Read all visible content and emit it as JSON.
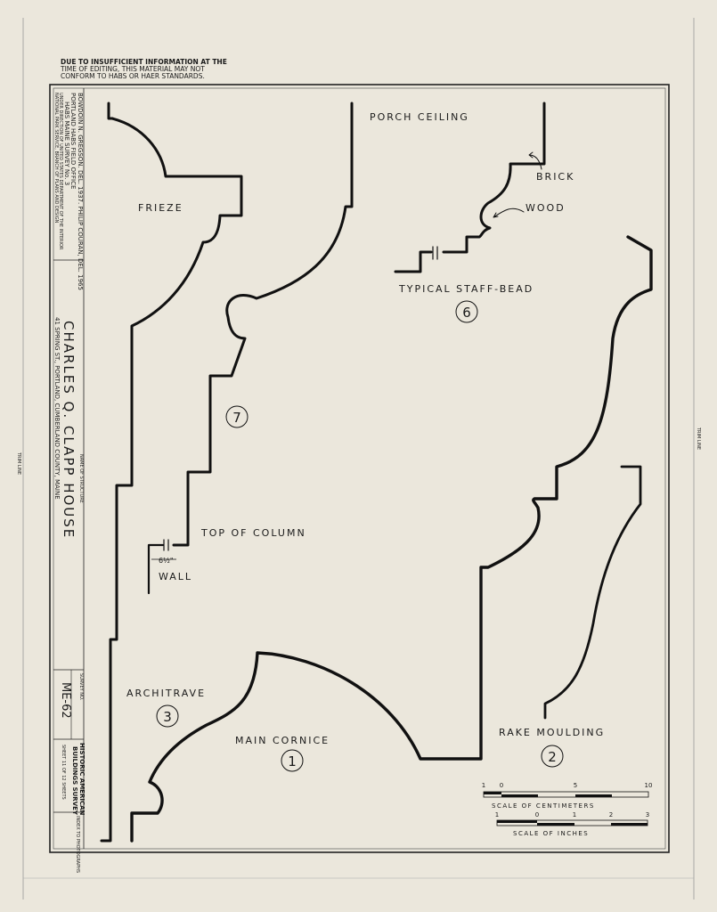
{
  "notice": {
    "line1": "DUE TO INSUFFICIENT INFORMATION AT THE",
    "line2": "TIME OF EDITING, THIS MATERIAL MAY NOT",
    "line3": "CONFORM TO HABS OR HAER STANDARDS."
  },
  "trim_marks": {
    "left": "TRIM LINE",
    "right": "TRIM LINE"
  },
  "title_block": {
    "delineators": "BOWDOIN N. GREGSON. DEL. 1937. PHILIP COURAN, DEL. 1965",
    "office": "PORTLAND HABS FIELD OFFICE",
    "survey": "HABS MAINE SURVEY  No. 3",
    "agency_line1": "UNDER DIRECTION OF UNITED STATES DEPARTMENT OF THE INTERIOR",
    "agency_line2": "NATIONAL PARK SERVICE, BRANCH OF PLANS AND DESIGN",
    "name_of_structure_label": "NAME OF STRUCTURE",
    "building_name": "CHARLES Q. CLAPP HOUSE",
    "address": "41 SPRING ST., PORTLAND, CUMBERLAND COUNTY, MAINE",
    "survey_no_label": "SURVEY NO.",
    "survey_no": "ME-62",
    "program_line1": "HISTORIC AMERICAN",
    "program_line2": "BUILDINGS SURVEY",
    "sheet": "SHEET 11 OF 12 SHEETS",
    "index": "INDEX TO PHOTOGRAPHS"
  },
  "labels": {
    "porch_ceiling": "PORCH CEILING",
    "frieze": "FRIEZE",
    "brick": "BRICK",
    "wood": "WOOD",
    "typical_staff_bead": "TYPICAL STAFF-BEAD",
    "top_of_column": "TOP OF COLUMN",
    "wall": "WALL",
    "wall_dim": "6½\"",
    "architrave": "ARCHITRAVE",
    "main_cornice": "MAIN CORNICE",
    "rake_moulding": "RAKE MOULDING"
  },
  "callouts": [
    "7",
    "6",
    "3",
    "1",
    "2"
  ],
  "scales": {
    "cm_ticks": [
      "1",
      "0",
      "5",
      "10"
    ],
    "cm_label": "SCALE OF CENTIMETERS",
    "in_ticks": [
      "1",
      "0",
      "1",
      "2",
      "3"
    ],
    "in_label": "SCALE OF INCHES"
  }
}
